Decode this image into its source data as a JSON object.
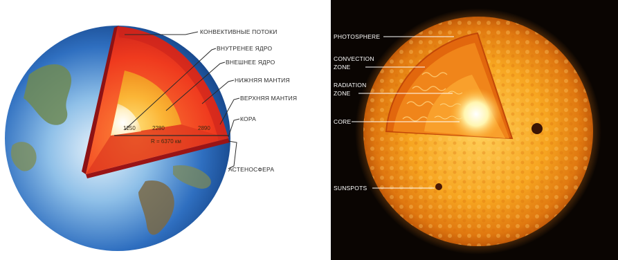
{
  "earth": {
    "labels": {
      "convective_flows": "КОНВЕКТИВНЫЕ ПОТОКИ",
      "inner_core": "ВНУТРЕНЕЕ ЯДРО",
      "outer_core": "ВНЕШНЕЕ ЯДРО",
      "lower_mantle": "НИЖНЯЯ МАНТИЯ",
      "upper_mantle": "ВЕРХНЯЯ МАНТИЯ",
      "crust": "КОРА",
      "asthenosphere": "АСТЕНОСФЕРА"
    },
    "depths": {
      "d1": "1250",
      "d2": "2280",
      "d3": "2890"
    },
    "radius": "R = 6370 км"
  },
  "sun": {
    "labels": {
      "photosphere": "PHOTOSPHERE",
      "convection_line1": "CONVECTION",
      "convection_line2": "ZONE",
      "radiation_line1": "RADIATION",
      "radiation_line2": "ZONE",
      "core": "CORE",
      "sunspots": "SUNSPOTS"
    }
  },
  "colors": {
    "earth_ocean": "#2f6fc0",
    "earth_crust": "#b02020",
    "earth_mantle": "#e33a1f",
    "earth_outer_core": "#f7a12a",
    "earth_inner_core": "#ffe9b0",
    "sun_surface": "#f39a18",
    "sun_core": "#fff6b0"
  }
}
